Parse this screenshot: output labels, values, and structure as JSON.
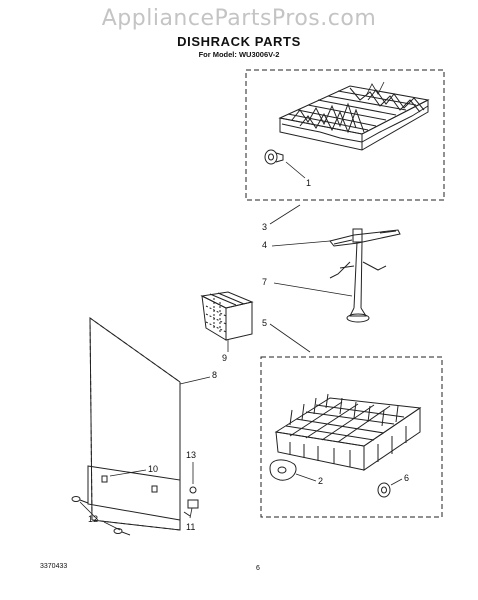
{
  "watermark": "AppliancePartsPros.com",
  "title": "DISHRACK PARTS",
  "model_line": "For Model: WU3006V-2",
  "callouts": {
    "c1": "1",
    "c2": "2",
    "c3": "3",
    "c4": "4",
    "c5": "5",
    "c6": "6",
    "c7": "7",
    "c8": "8",
    "c9": "9",
    "c10": "10",
    "c11": "11",
    "c12": "12",
    "c13": "13"
  },
  "footer": {
    "part_number": "3370433",
    "page_number": "6"
  }
}
